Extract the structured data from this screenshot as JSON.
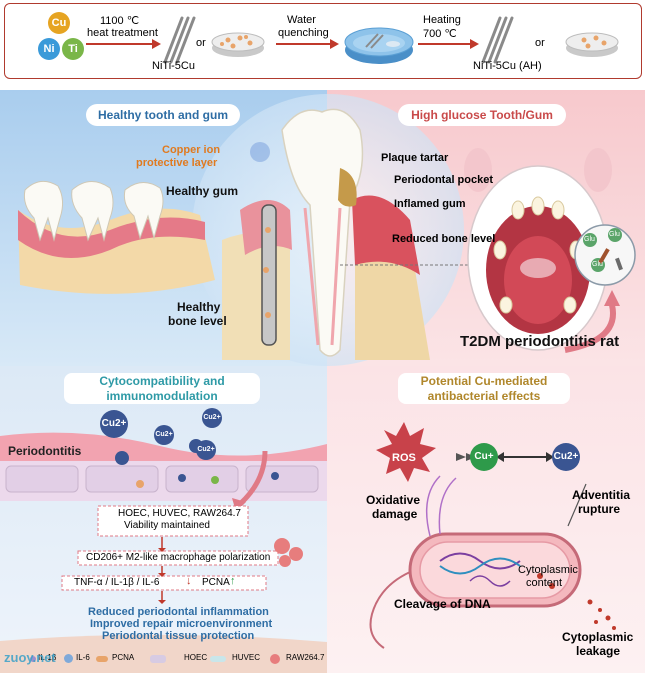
{
  "top_process": {
    "elements": [
      "Cu",
      "Ni",
      "Ti"
    ],
    "step1": [
      "1100 ℃",
      "heat treatment"
    ],
    "or1": "or",
    "sample1": "NiTi-5Cu",
    "step2": [
      "Water",
      "quenching"
    ],
    "step3": [
      "Heating",
      "700 ℃"
    ],
    "or2": "or",
    "sample2": "NiTi-5Cu (AH)"
  },
  "healthy_panel": {
    "title": "Healthy tooth and gum",
    "copper_layer": [
      "Copper ion",
      "protective layer"
    ],
    "healthy_gum": "Healthy gum",
    "bone_level": [
      "Healthy",
      "bone level"
    ]
  },
  "glucose_panel": {
    "title": "High glucose Tooth/Gum",
    "labels": [
      "Plaque tartar",
      "Periodontal pocket",
      "Inflamed gum",
      "Reduced bone level"
    ],
    "rat_label": "T2DM  periodontitis rat",
    "glu": [
      "Glu",
      "Glu",
      "Glu"
    ]
  },
  "cyto_panel": {
    "title": [
      "Cytocompatibility and",
      "immunomodulation"
    ],
    "ions": [
      "Cu2+",
      "Cu2+",
      "Cu2+",
      "Cu2+"
    ],
    "periodontitis": "Periodontitis",
    "cells": [
      "HOEC, HUVEC, RAW264.7",
      "Viability maintained"
    ],
    "m2": "CD206+ M2-like macrophage polarization",
    "markers_down": "TNF-α / IL-1β / IL-6",
    "markers_up": "PCNA",
    "outcomes": [
      "Reduced periodontal inflammation",
      "Improved repair microenvironment",
      "Periodontal tissue protection"
    ],
    "legend": [
      {
        "text": "IL-1β",
        "icon": "il1b-icon"
      },
      {
        "text": "IL-6",
        "icon": "il6-icon"
      },
      {
        "text": "PCNA",
        "icon": "pcna-icon"
      },
      {
        "text": "HOEC",
        "icon": "hoec-icon"
      },
      {
        "text": "HUVEC",
        "icon": "huvec-icon"
      },
      {
        "text": "RAW264.7",
        "icon": "raw-icon"
      }
    ]
  },
  "antibac_panel": {
    "title": [
      "Potential Cu-mediated",
      "antibacterial effects"
    ],
    "ros": "ROS",
    "cu_plus": "Cu+",
    "cu_2plus": "Cu2+",
    "oxidative": [
      "Oxidative",
      "damage"
    ],
    "adventitia": [
      "Adventitia",
      "rupture"
    ],
    "cytoplasmic_content": [
      "Cytoplasmic",
      "content"
    ],
    "dna": "Cleavage of DNA",
    "leakage": [
      "Cytoplasmic",
      "leakage"
    ]
  },
  "watermark": "zuoy.net",
  "colors": {
    "frame": "#b03a2e",
    "arrow": "#c0392b",
    "blue_title": "#2e6da4",
    "orange": "#e07a1f",
    "gum": "#e06a7a",
    "cu_ion": "#3a5592",
    "ros": "#c8424a"
  }
}
